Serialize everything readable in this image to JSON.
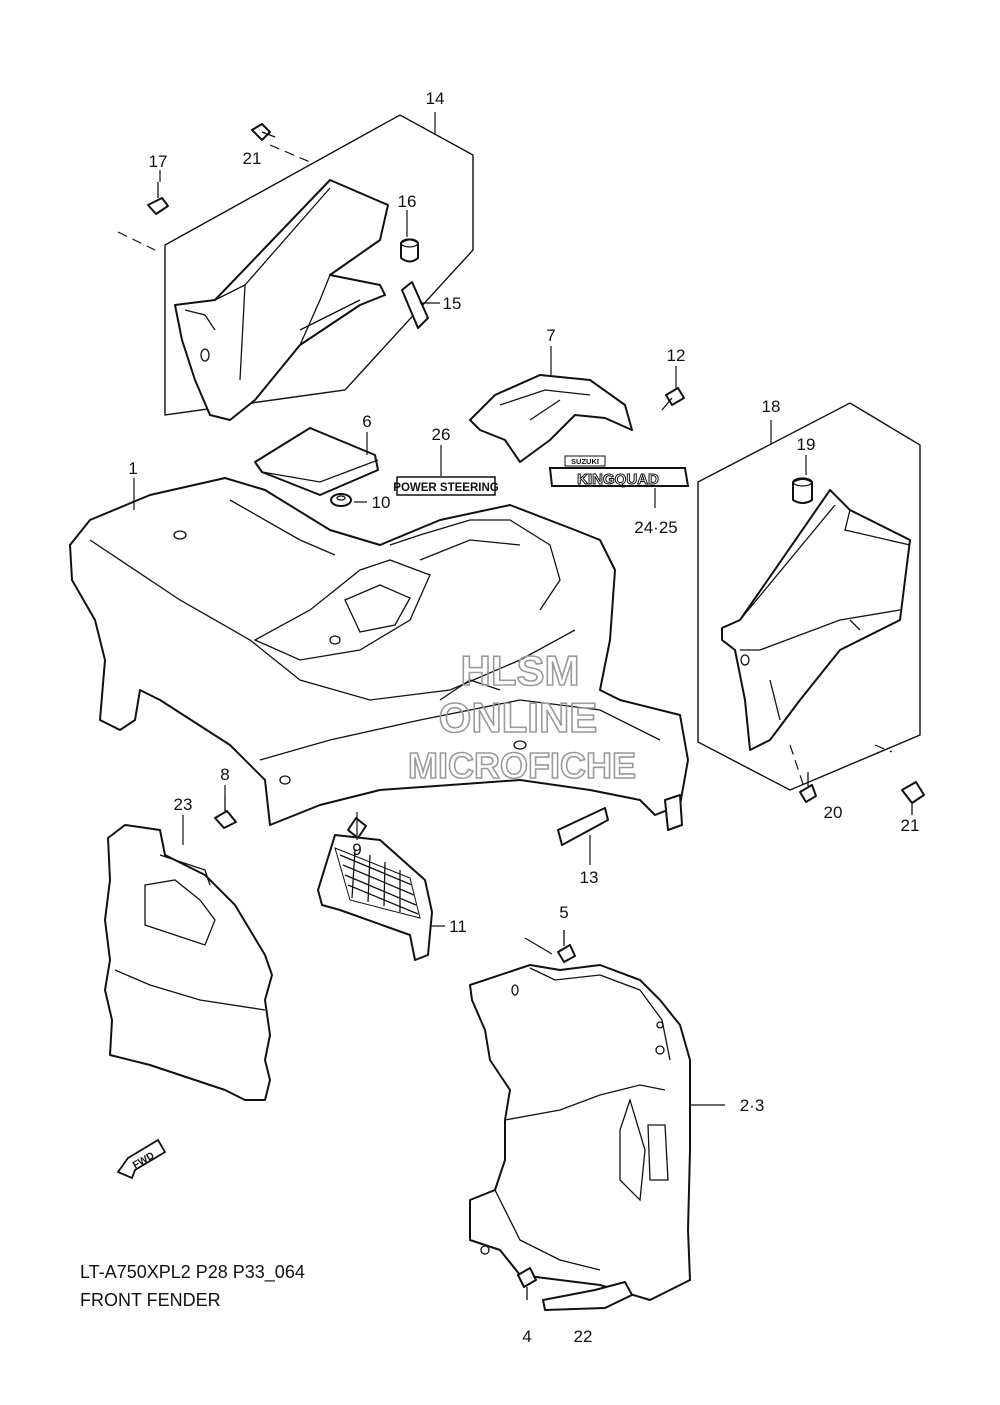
{
  "diagram": {
    "model_code": "LT-A750XPL2 P28 P33_064",
    "title": "FRONT FENDER",
    "callouts": [
      "1",
      "2·3",
      "4",
      "5",
      "6",
      "7",
      "8",
      "9",
      "10",
      "11",
      "12",
      "13",
      "14",
      "15",
      "16",
      "17",
      "18",
      "19",
      "20",
      "21",
      "21",
      "22",
      "23",
      "24·25",
      "26"
    ],
    "decals": {
      "power_steering": "POWER STEERING",
      "kingquad": "KINGQUAD",
      "suzuki": "SUZUKI"
    },
    "fwd_arrow": "FWD",
    "watermark": [
      "HLSM",
      "ONLINE",
      "MICROFICHE"
    ]
  }
}
